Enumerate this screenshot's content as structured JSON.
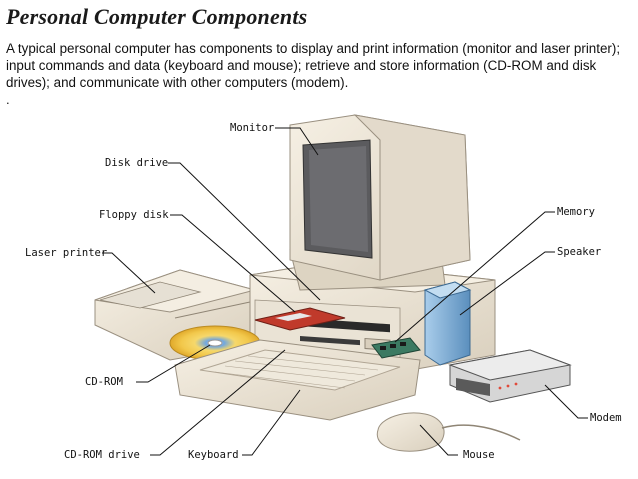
{
  "title": "Personal Computer Components",
  "description": "A typical personal computer has components to display and print information (monitor and laser printer); input commands and data (keyboard and mouse); retrieve and store information (CD-ROM and disk drives); and communicate with other computers (modem).",
  "dot": ".",
  "labels": {
    "monitor": "Monitor",
    "disk_drive": "Disk drive",
    "floppy_disk": "Floppy disk",
    "laser_printer": "Laser printer",
    "cd_rom": "CD-ROM",
    "cd_rom_drive": "CD-ROM drive",
    "keyboard": "Keyboard",
    "mouse": "Mouse",
    "modem": "Modem",
    "speaker": "Speaker",
    "memory": "Memory"
  },
  "colors": {
    "beige": "#ece4d6",
    "beige_shadow": "#cfc5b2",
    "screen": "#5b5b5e",
    "speaker_blue": "#7eaed6",
    "memory_green": "#3c7a62",
    "floppy_red": "#c03a2b",
    "cd_gold": "#f2c84b",
    "cd_blue": "#6fa6e0"
  }
}
